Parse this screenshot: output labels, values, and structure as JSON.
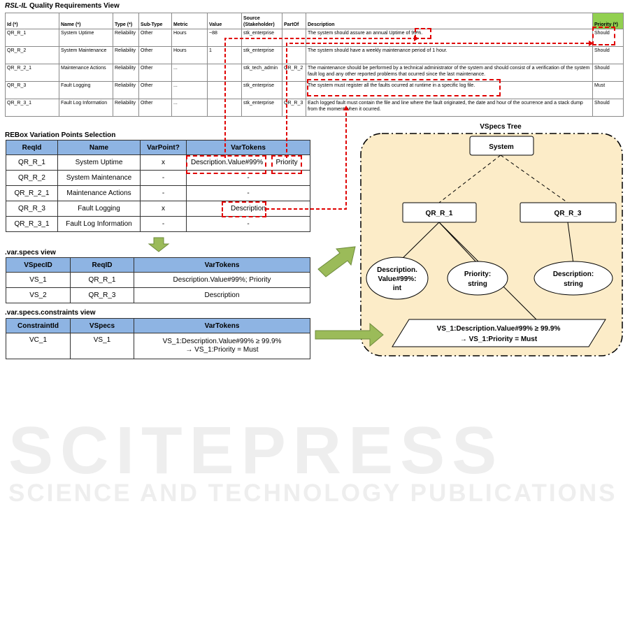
{
  "rsl": {
    "title_italic": "RSL-IL",
    "title_rest": " Quality Requirements View",
    "headers": [
      "Id (*)",
      "Name (*)",
      "Type (*)",
      "Sub-Type",
      "Metric",
      "Value",
      "Source (Stakeholder)",
      "PartOf",
      "Description",
      "Priority (*)"
    ],
    "rows": [
      [
        "QR_R_1",
        "System Uptime",
        "Reliability",
        "Other",
        "Hours",
        "~88",
        "stk_enterprise",
        "",
        "The system should assure an annual Uptime of 99%.",
        "Should"
      ],
      [
        "QR_R_2",
        "System Maintenance",
        "Reliability",
        "Other",
        "Hours",
        "1",
        "stk_enterprise",
        "",
        "The system should have a weekly maintenance period of 1 hour.",
        "Should"
      ],
      [
        "QR_R_2_1",
        "Maintenance Actions",
        "Reliability",
        "Other",
        "...",
        "",
        "stk_tech_admin",
        "QR_R_2",
        "The maintenance should be performed by a technical administrator of the system and should consist of a verification of the system fault log and any other reported problems that ocurred since the last maintenance.",
        "Should"
      ],
      [
        "QR_R_3",
        "Fault Logging",
        "Reliability",
        "Other",
        "...",
        "",
        "stk_enterprise",
        "",
        "The system must register all the faults ocurred at runtime in a specific log file.",
        "Must"
      ],
      [
        "QR_R_3_1",
        "Fault Log Information",
        "Reliability",
        "Other",
        "...",
        "",
        "stk_enterprise",
        "QR_R_3",
        "Each logged fault must contain the file and line where the fault originated, the date and hour of the ocurrence and a stack dump from the moment when it ocurred.",
        "Should"
      ]
    ]
  },
  "rebox": {
    "title": "REBox Variation Points Selection",
    "headers": [
      "ReqId",
      "Name",
      "VarPoint?",
      "VarTokens"
    ],
    "rows": [
      [
        "QR_R_1",
        "System Uptime",
        "x",
        "Description.Value#99%",
        "Priority"
      ],
      [
        "QR_R_2",
        "System Maintenance",
        "-",
        "-",
        ""
      ],
      [
        "QR_R_2_1",
        "Maintenance Actions",
        "-",
        "-",
        ""
      ],
      [
        "QR_R_3",
        "Fault Logging",
        "x",
        "Description",
        ""
      ],
      [
        "QR_R_3_1",
        "Fault Log Information",
        "-",
        "-",
        ""
      ]
    ]
  },
  "varspecs": {
    "title": ".var.specs view",
    "headers": [
      "VSpecID",
      "ReqID",
      "VarTokens"
    ],
    "rows": [
      [
        "VS_1",
        "QR_R_1",
        "Description.Value#99%;  Priority"
      ],
      [
        "VS_2",
        "QR_R_3",
        "Description"
      ]
    ]
  },
  "constraints": {
    "title": ".var.specs.constraints view",
    "headers": [
      "ConstraintId",
      "VSpecs",
      "VarTokens"
    ],
    "rows": [
      [
        "VC_1",
        "VS_1",
        "VS_1:Description.Value#99%  ≥ 99.9%",
        "→ VS_1:Priority = Must"
      ]
    ]
  },
  "tree": {
    "title": "VSpecs Tree",
    "root": "System",
    "n1": "QR_R_1",
    "n2": "QR_R_3",
    "leaf1": [
      "Description.",
      "Value#99%:",
      "int"
    ],
    "leaf2": [
      "Priority:",
      "string"
    ],
    "leaf3": [
      "Description:",
      "string"
    ],
    "constraint": [
      "VS_1:Description.Value#99% ≥ 99.9%",
      "→ VS_1:Priority = Must"
    ]
  },
  "watermark": {
    "big": "SCITEPRESS",
    "small": "SCIENCE AND TECHNOLOGY PUBLICATIONS"
  },
  "colors": {
    "red_dash": "#e00000",
    "green_arrow": "#9bbb59",
    "header_blue": "#8eb4e3",
    "priority_green": "#92d050",
    "tree_bg": "#fcecc8"
  }
}
